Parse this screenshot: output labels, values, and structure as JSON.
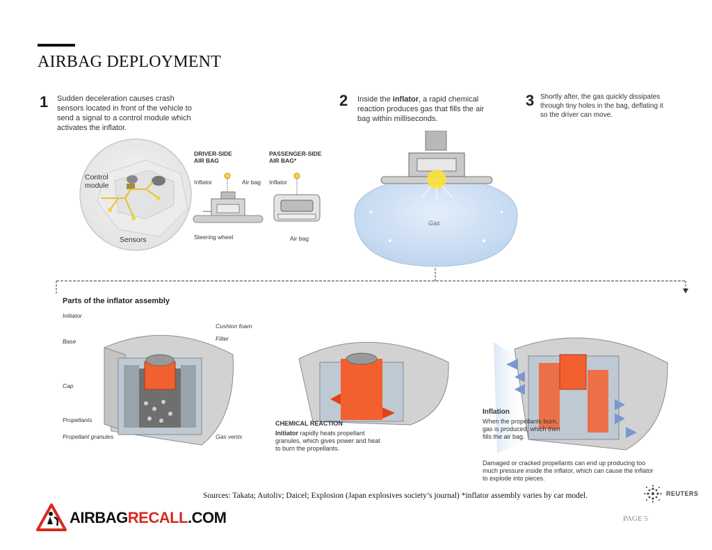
{
  "page": {
    "title": "AIRBAG DEPLOYMENT",
    "sources": "Sources: Takata; Autoliv; Daicel; Explosion (Japan explosives society’s journal) *inflator assembly varies by car model.",
    "page_label": "PAGE 5",
    "reuters_label": "REUTERS",
    "logo": {
      "part1": "AIRBAG",
      "part2": "RECALL",
      "part3": ".COM"
    }
  },
  "steps": [
    {
      "num": "1",
      "lines": [
        "Sudden deceleration causes crash",
        "sensors located in front of the vehicle to",
        "send a signal to a control module which",
        "activates the inflator."
      ]
    },
    {
      "num": "2",
      "pre": "Inside the ",
      "bold": "inflator",
      "post": ", a rapid chemical",
      "lines": [
        "reaction produces gas that fills the air",
        "bag within milliseconds."
      ]
    },
    {
      "num": "3",
      "lines": [
        "Shortly after, the gas quickly dissipates",
        "through tiny holes in the bag, deflating it",
        "so the driver can move."
      ]
    }
  ],
  "diagram1": {
    "control_module": [
      "Control",
      "module"
    ],
    "sensors": "Sensors",
    "driver_side": [
      "DRIVER-SIDE",
      "AIR BAG"
    ],
    "passenger_side": [
      "PASSENGER-SIDE",
      "AIR BAG*"
    ],
    "inflator_left": "Inflator",
    "air_bag_left": "Air bag",
    "inflator_right": "Inflator",
    "steering_wheel": "Steering wheel",
    "air_bag_bottom": "Air bag",
    "gas": "Gas"
  },
  "inflator_assembly": {
    "heading": "Parts of the inflator assembly",
    "labels_left": [
      "Initiator",
      "Base",
      "Cap",
      "Propellants",
      "Propellant granules"
    ],
    "labels_right": [
      "Cushion foam",
      "Filter",
      "Gas vents"
    ],
    "chemical_reaction": {
      "title": "CHEMICAL REACTION",
      "lead": "Initiator",
      "text_first": " rapidly heats propellant",
      "lines": [
        "granules, which gives power and heat",
        "to burn the propellants."
      ]
    },
    "inflation": {
      "title": "Inflation",
      "lines": [
        "When the propellants burn,",
        "gas is produced, which then",
        "fills the air bag."
      ]
    },
    "damaged_note": [
      "Damaged or cracked propellants can end up producing too",
      "much pressure inside the inflator, which can cause the inflator",
      "to explode into pieces."
    ]
  },
  "colors": {
    "gas_blue": "#cfe0f3",
    "propellant_orange": "#f2602f",
    "gray_metal": "#bcbcbc",
    "logo_red": "#d62a20"
  }
}
